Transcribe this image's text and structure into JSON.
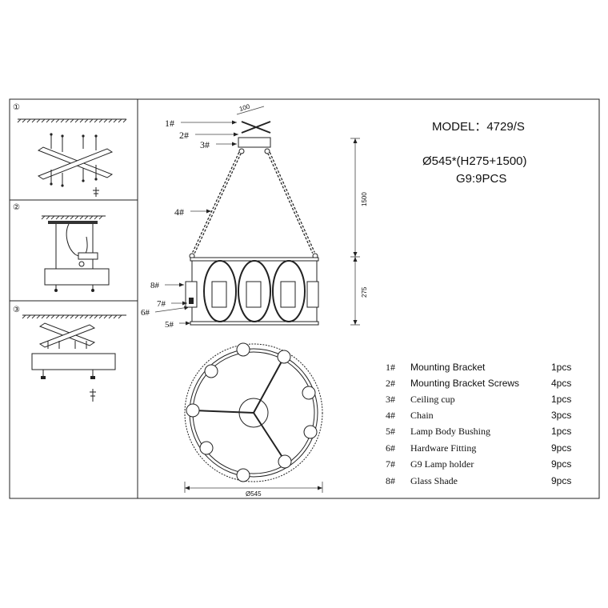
{
  "title_block": {
    "model": "MODEL：4729/S",
    "dimensions": "Ø545*(H275+1500)",
    "bulb": "G9:9PCS"
  },
  "steps": [
    {
      "number": "①"
    },
    {
      "number": "②"
    },
    {
      "number": "③"
    }
  ],
  "callouts": {
    "c1": "1#",
    "c2": "2#",
    "c3": "3#",
    "c4": "4#",
    "c5": "5#",
    "c6": "6#",
    "c7": "7#",
    "c8": "8#"
  },
  "dimension_labels": {
    "bracket_width": "100",
    "chain_height": "1500",
    "body_height": "275",
    "diameter": "Ø545"
  },
  "parts": [
    {
      "no": "1#",
      "name": "Mounting Bracket",
      "qty": "1pcs"
    },
    {
      "no": "2#",
      "name": "Mounting Bracket  Screws",
      "qty": "4pcs"
    },
    {
      "no": "3#",
      "name": "Ceiling cup",
      "qty": "1pcs"
    },
    {
      "no": "4#",
      "name": "Chain",
      "qty": "3pcs"
    },
    {
      "no": "5#",
      "name": "Lamp Body Bushing",
      "qty": "1pcs"
    },
    {
      "no": "6#",
      "name": "Hardware Fitting",
      "qty": "9pcs"
    },
    {
      "no": "7#",
      "name": "G9 Lamp holder",
      "qty": "9pcs"
    },
    {
      "no": "8#",
      "name": "Glass Shade",
      "qty": "9pcs"
    }
  ]
}
